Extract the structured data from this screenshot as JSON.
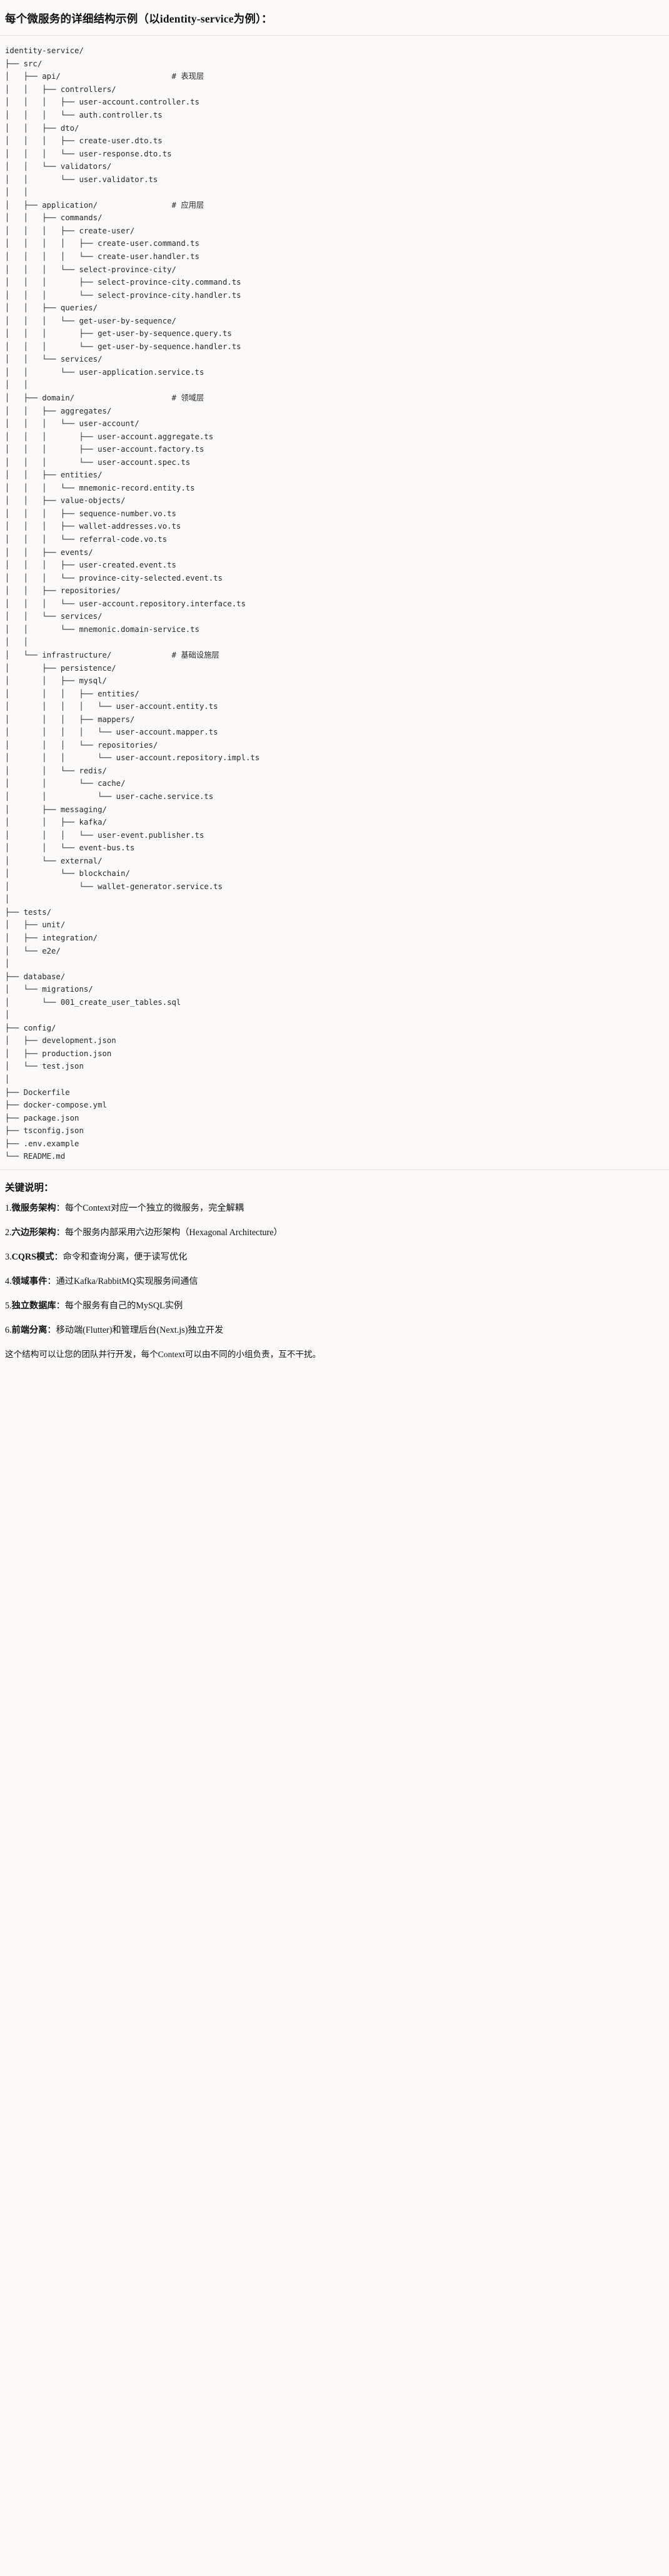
{
  "document": {
    "title": "每个微服务的详细结构示例（以identity-service为例）：",
    "root": "identity-service/"
  },
  "tree": {
    "text": "identity-service/\n├── src/\n│   ├── api/                        # 表现层\n│   │   ├── controllers/\n│   │   │   ├── user-account.controller.ts\n│   │   │   └── auth.controller.ts\n│   │   ├── dto/\n│   │   │   ├── create-user.dto.ts\n│   │   │   └── user-response.dto.ts\n│   │   └── validators/\n│   │       └── user.validator.ts\n│   │\n│   ├── application/                # 应用层\n│   │   ├── commands/\n│   │   │   ├── create-user/\n│   │   │   │   ├── create-user.command.ts\n│   │   │   │   └── create-user.handler.ts\n│   │   │   └── select-province-city/\n│   │   │       ├── select-province-city.command.ts\n│   │   │       └── select-province-city.handler.ts\n│   │   ├── queries/\n│   │   │   └── get-user-by-sequence/\n│   │   │       ├── get-user-by-sequence.query.ts\n│   │   │       └── get-user-by-sequence.handler.ts\n│   │   └── services/\n│   │       └── user-application.service.ts\n│   │\n│   ├── domain/                     # 领域层\n│   │   ├── aggregates/\n│   │   │   └── user-account/\n│   │   │       ├── user-account.aggregate.ts\n│   │   │       ├── user-account.factory.ts\n│   │   │       └── user-account.spec.ts\n│   │   ├── entities/\n│   │   │   └── mnemonic-record.entity.ts\n│   │   ├── value-objects/\n│   │   │   ├── sequence-number.vo.ts\n│   │   │   ├── wallet-addresses.vo.ts\n│   │   │   └── referral-code.vo.ts\n│   │   ├── events/\n│   │   │   ├── user-created.event.ts\n│   │   │   └── province-city-selected.event.ts\n│   │   ├── repositories/\n│   │   │   └── user-account.repository.interface.ts\n│   │   └── services/\n│   │       └── mnemonic.domain-service.ts\n│   │\n│   └── infrastructure/             # 基础设施层\n│       ├── persistence/\n│       │   ├── mysql/\n│       │   │   ├── entities/\n│       │   │   │   └── user-account.entity.ts\n│       │   │   ├── mappers/\n│       │   │   │   └── user-account.mapper.ts\n│       │   │   └── repositories/\n│       │   │       └── user-account.repository.impl.ts\n│       │   └── redis/\n│       │       └── cache/\n│       │           └── user-cache.service.ts\n│       ├── messaging/\n│       │   ├── kafka/\n│       │   │   └── user-event.publisher.ts\n│       │   └── event-bus.ts\n│       └── external/\n│           └── blockchain/\n│               └── wallet-generator.service.ts\n│\n├── tests/\n│   ├── unit/\n│   ├── integration/\n│   └── e2e/\n│\n├── database/\n│   └── migrations/\n│       └── 001_create_user_tables.sql\n│\n├── config/\n│   ├── development.json\n│   ├── production.json\n│   └── test.json\n│\n├── Dockerfile\n├── docker-compose.yml\n├── package.json\n├── tsconfig.json\n├── .env.example\n└── README.md"
  },
  "notes": {
    "heading": "关键说明：",
    "items": [
      {
        "num": "1.",
        "term": "微服务架构",
        "sep": "：",
        "desc": "每个Context对应一个独立的微服务，完全解耦"
      },
      {
        "num": "2.",
        "term": "六边形架构",
        "sep": "：",
        "desc": "每个服务内部采用六边形架构（Hexagonal Architecture）"
      },
      {
        "num": "3.",
        "term": "CQRS模式",
        "sep": "：",
        "desc": "命令和查询分离，便于读写优化"
      },
      {
        "num": "4.",
        "term": "领域事件",
        "sep": "：",
        "desc": "通过Kafka/RabbitMQ实现服务间通信"
      },
      {
        "num": "5.",
        "term": "独立数据库",
        "sep": "：",
        "desc": "每个服务有自己的MySQL实例"
      },
      {
        "num": "6.",
        "term": "前端分离",
        "sep": "：",
        "desc": "移动端(Flutter)和管理后台(Next.js)独立开发"
      }
    ],
    "closing": "这个结构可以让您的团队并行开发，每个Context可以由不同的小组负责，互不干扰。"
  },
  "colors": {
    "page_background": "#fbfaf8",
    "text": "#111111",
    "code_text": "#24292e",
    "rule": "#e6e3dd"
  }
}
